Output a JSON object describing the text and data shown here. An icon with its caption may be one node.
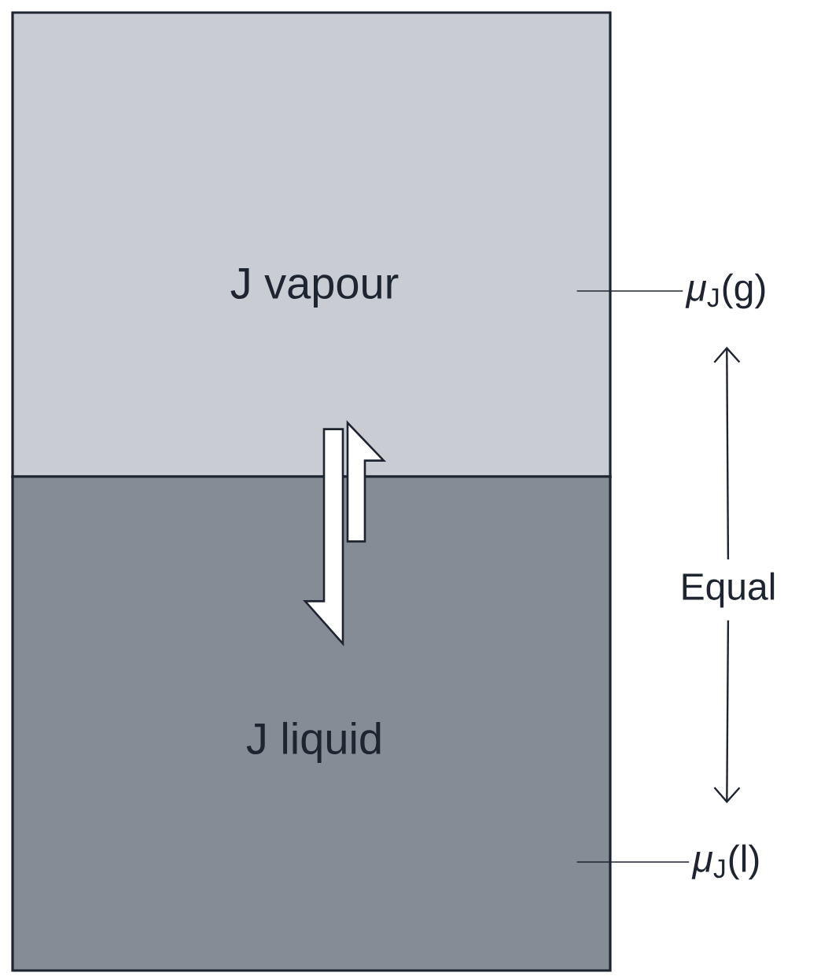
{
  "diagram": {
    "nodes": [
      {
        "text": [
          "J vapour"
        ]
      },
      {
        "text": [
          "J liquid"
        ]
      },
      {
        "text": [
          "*μ*$_{J}$(g)"
        ]
      },
      {
        "text": [
          "Equal"
        ]
      },
      {
        "text": [
          "*μ*$_{J}$(l)"
        ]
      }
    ],
    "edges": [
      {
        "from": 0,
        "to": 1,
        "arrow": "to"
      },
      {
        "from": 1,
        "to": 0,
        "arrow": "to"
      },
      {
        "from": 2,
        "to": 0,
        "arrow": "none"
      },
      {
        "from": 4,
        "to": 1,
        "arrow": "none"
      },
      {
        "from": 3,
        "to": 2,
        "arrow": "to"
      },
      {
        "from": 3,
        "to": 4,
        "arrow": "to"
      }
    ]
  }
}
